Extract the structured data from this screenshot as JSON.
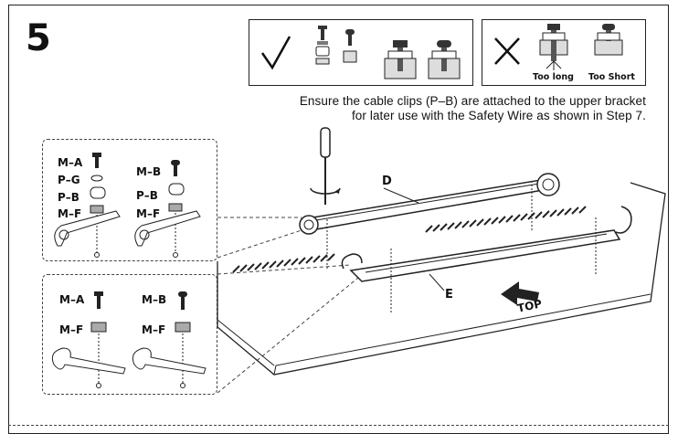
{
  "step": {
    "number": "5"
  },
  "legend": {
    "too_long": "Too long",
    "too_short": "Too Short"
  },
  "note": {
    "line1": "Ensure the cable clips (P–B) are attached to the upper bracket",
    "line2": "for later use with the Safety Wire as shown in Step 7."
  },
  "upper_detail": {
    "left_parts": [
      "M–A",
      "P–G",
      "P–B",
      "M–F"
    ],
    "right_parts": [
      "M–B",
      "P–B",
      "M–F"
    ]
  },
  "lower_detail": {
    "left_parts": [
      "M–A",
      "M–F"
    ],
    "right_parts": [
      "M–B",
      "M–F"
    ]
  },
  "brackets": {
    "upper": "D",
    "lower": "E"
  },
  "direction": {
    "label": "TOP"
  },
  "icons": [
    "check-icon",
    "cross-icon",
    "screwdriver-icon",
    "screw-icon",
    "arrow-icon"
  ]
}
